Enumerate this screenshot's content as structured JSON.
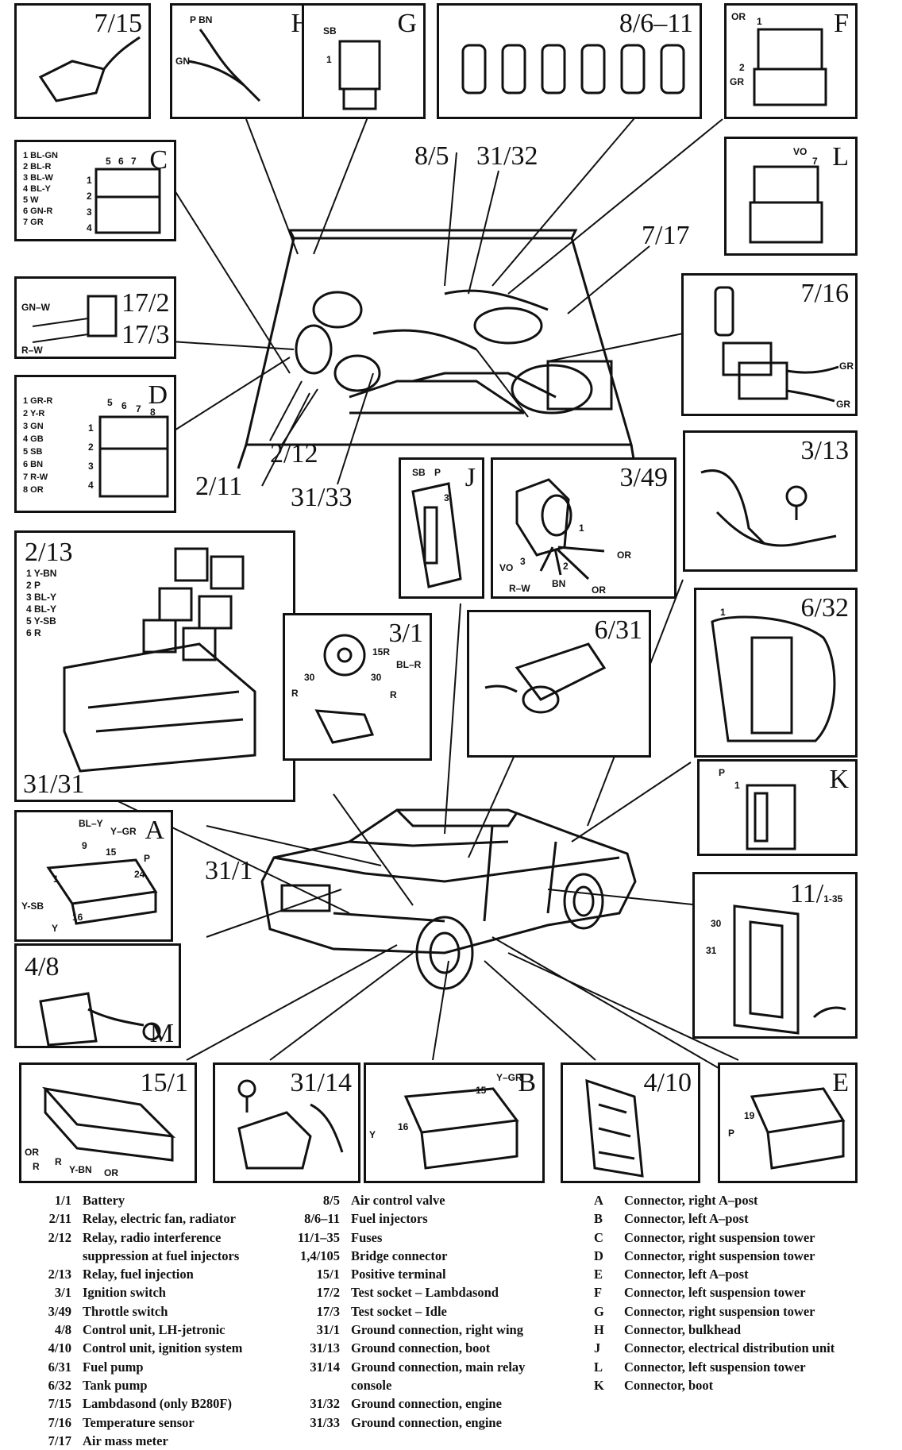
{
  "panels": {
    "p715": {
      "label": "7/15"
    },
    "pH": {
      "label": "H",
      "wires": [
        "P BN",
        "GN"
      ]
    },
    "pG": {
      "label": "G",
      "wires": [
        "SB",
        "1"
      ]
    },
    "p8611": {
      "label": "8/6–11"
    },
    "pF": {
      "label": "F",
      "wires": [
        "OR",
        "1",
        "2",
        "GR"
      ]
    },
    "pC": {
      "label": "C",
      "wires": [
        "1 BL-GN",
        "2 BL-R",
        "3 BL-W",
        "4 BL-Y",
        "5 W",
        "6 GN-R",
        "7 GR"
      ],
      "pins": [
        "5",
        "6",
        "7",
        "1",
        "2",
        "3",
        "4"
      ]
    },
    "pL": {
      "label": "L",
      "wires": [
        "VO",
        "7"
      ]
    },
    "p172": {
      "label1": "17/2",
      "label2": "17/3",
      "wires": [
        "GN–W",
        "R–W"
      ]
    },
    "p716": {
      "label": "7/16",
      "wires": [
        "GR",
        "GR"
      ]
    },
    "pD": {
      "label": "D",
      "wires": [
        "1 GR-R",
        "2 Y-R",
        "3 GN",
        "4 GB",
        "5 SB",
        "6 BN",
        "7 R-W",
        "8 OR"
      ],
      "pins": [
        "5",
        "6",
        "7",
        "8",
        "1",
        "2",
        "3",
        "4"
      ]
    },
    "pJ": {
      "label": "J",
      "wires": [
        "SB",
        "P",
        "3"
      ]
    },
    "p349": {
      "label": "3/49",
      "wires": [
        "1",
        "OR",
        "VO",
        "3",
        "2",
        "R–W",
        "BN",
        "OR"
      ]
    },
    "p313": {
      "label": "3/13"
    },
    "p213": {
      "label": "2/13",
      "wires": [
        "1 Y-BN",
        "2 P",
        "3 BL-Y",
        "4 BL-Y",
        "5 Y-SB",
        "6 R"
      ],
      "label2": "31/31"
    },
    "p31": {
      "label": "3/1",
      "wires": [
        "15R",
        "BL–R",
        "30",
        "30",
        "R",
        "R"
      ]
    },
    "p631": {
      "label": "6/31"
    },
    "p632": {
      "label": "6/32",
      "wires": [
        "1"
      ]
    },
    "pK": {
      "label": "K",
      "wires": [
        "P",
        "1"
      ]
    },
    "pA": {
      "label": "A",
      "wires": [
        "BL–Y",
        "Y–GR",
        "9",
        "15",
        "P",
        "24",
        "1",
        "Y-SB",
        "16",
        "Y"
      ]
    },
    "p111": {
      "label": "11/",
      "sub": "1-35",
      "wires": [
        "30",
        "31"
      ]
    },
    "p48": {
      "label": "4/8",
      "label2": "M"
    },
    "p151": {
      "label": "15/1",
      "wires": [
        "OR",
        "R",
        "R",
        "Y-BN",
        "OR"
      ]
    },
    "p3114": {
      "label": "31/14"
    },
    "pB": {
      "label": "B",
      "wires": [
        "Y–GR",
        "15",
        "16",
        "Y"
      ]
    },
    "p410": {
      "label": "4/10"
    },
    "pE": {
      "label": "E",
      "wires": [
        "19",
        "P"
      ]
    }
  },
  "callouts": {
    "c85": "8/5",
    "c3132": "31/32",
    "c717": "7/17",
    "c212": "2/12",
    "c211": "2/11",
    "c3133": "31/33",
    "c311": "31/1"
  },
  "legend": {
    "col1": [
      {
        "k": "1/1",
        "v": "Battery"
      },
      {
        "k": "2/11",
        "v": "Relay, electric fan, radiator"
      },
      {
        "k": "2/12",
        "v": "Relay, radio interference"
      },
      {
        "k": "",
        "v": "suppression at fuel injectors"
      },
      {
        "k": "2/13",
        "v": "Relay, fuel injection"
      },
      {
        "k": "3/1",
        "v": "Ignition switch"
      },
      {
        "k": "3/49",
        "v": "Throttle switch"
      },
      {
        "k": "4/8",
        "v": "Control unit, LH-jetronic"
      },
      {
        "k": "4/10",
        "v": "Control unit, ignition system"
      },
      {
        "k": "6/31",
        "v": "Fuel pump"
      },
      {
        "k": "6/32",
        "v": "Tank pump"
      },
      {
        "k": "7/15",
        "v": "Lambdasond (only B280F)"
      },
      {
        "k": "7/16",
        "v": "Temperature sensor"
      },
      {
        "k": "7/17",
        "v": "Air mass meter"
      }
    ],
    "col2": [
      {
        "k": "8/5",
        "v": "Air control valve"
      },
      {
        "k": "8/6–11",
        "v": "Fuel injectors"
      },
      {
        "k": "11/1–35",
        "v": "Fuses"
      },
      {
        "k": "1,4/105",
        "v": "Bridge connector"
      },
      {
        "k": "15/1",
        "v": "Positive terminal"
      },
      {
        "k": "17/2",
        "v": "Test socket – Lambdasond"
      },
      {
        "k": "17/3",
        "v": "Test socket – Idle"
      },
      {
        "k": "31/1",
        "v": "Ground connection, right wing"
      },
      {
        "k": "31/13",
        "v": "Ground connection, boot"
      },
      {
        "k": "31/14",
        "v": "Ground connection, main relay"
      },
      {
        "k": "",
        "v": "console"
      },
      {
        "k": "31/32",
        "v": "Ground connection, engine"
      },
      {
        "k": "31/33",
        "v": "Ground connection, engine"
      }
    ],
    "col3": [
      {
        "k": "A",
        "v": "Connector, right A–post"
      },
      {
        "k": "B",
        "v": "Connector, left A–post"
      },
      {
        "k": "C",
        "v": "Connector, right suspension tower"
      },
      {
        "k": "D",
        "v": "Connector, right suspension tower"
      },
      {
        "k": "E",
        "v": "Connector, left A–post"
      },
      {
        "k": "F",
        "v": "Connector, left suspension tower"
      },
      {
        "k": "G",
        "v": "Connector, right suspension tower"
      },
      {
        "k": "H",
        "v": "Connector, bulkhead"
      },
      {
        "k": "J",
        "v": "Connector, electrical distribution unit"
      },
      {
        "k": "L",
        "v": "Connector, left suspension tower"
      },
      {
        "k": "K",
        "v": "Connector, boot"
      }
    ]
  }
}
